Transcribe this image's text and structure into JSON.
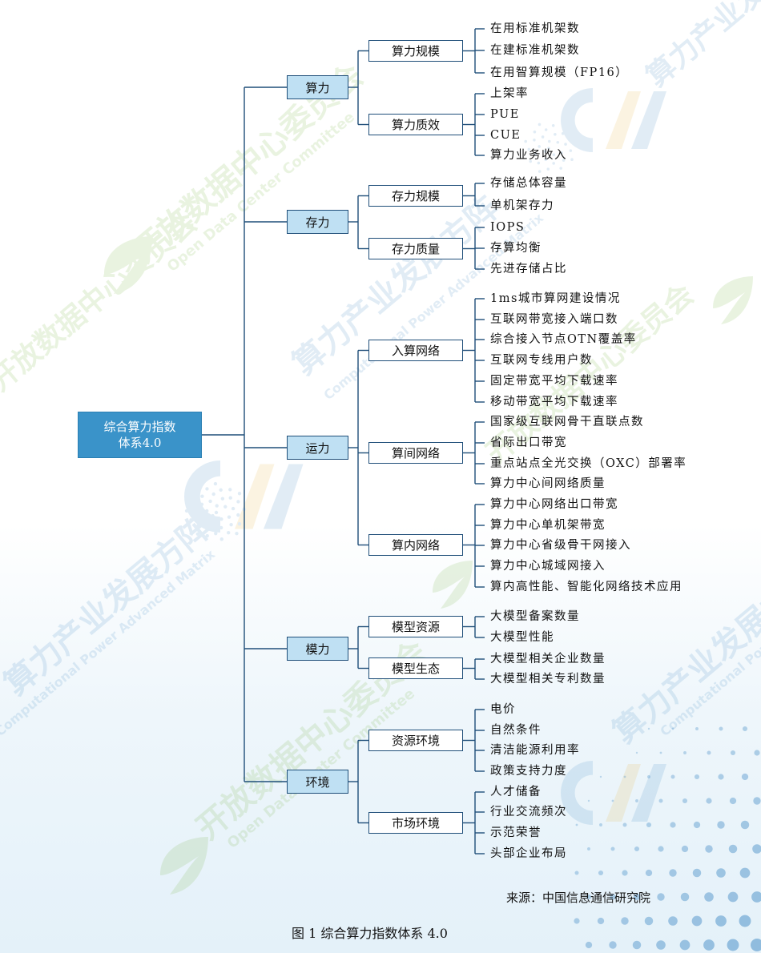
{
  "root": {
    "line1": "综合算力指数",
    "line2": "体系4.0"
  },
  "dimensions": [
    {
      "label": "算力",
      "subs": [
        {
          "label": "算力规模",
          "items": [
            "在用标准机架数",
            "在建标准机架数",
            "在用智算规模（FP16）"
          ]
        },
        {
          "label": "算力质效",
          "items": [
            "上架率",
            "PUE",
            "CUE",
            "算力业务收入"
          ]
        }
      ]
    },
    {
      "label": "存力",
      "subs": [
        {
          "label": "存力规模",
          "items": [
            "存储总体容量",
            "单机架存力"
          ]
        },
        {
          "label": "存力质量",
          "items": [
            "IOPS",
            "存算均衡",
            "先进存储占比"
          ]
        }
      ]
    },
    {
      "label": "运力",
      "subs": [
        {
          "label": "入算网络",
          "items": [
            "1ms城市算网建设情况",
            "互联网带宽接入端口数",
            "综合接入节点OTN覆盖率",
            "互联网专线用户数",
            "固定带宽平均下载速率",
            "移动带宽平均下载速率"
          ]
        },
        {
          "label": "算间网络",
          "items": [
            "国家级互联网骨干直联点数",
            "省际出口带宽",
            "重点站点全光交换（OXC）部署率",
            "算力中心间网络质量"
          ]
        },
        {
          "label": "算内网络",
          "items": [
            "算力中心网络出口带宽",
            "算力中心单机架带宽",
            "算力中心省级骨干网接入",
            "算力中心城域网接入",
            "算内高性能、智能化网络技术应用"
          ]
        }
      ]
    },
    {
      "label": "模力",
      "subs": [
        {
          "label": "模型资源",
          "items": [
            "大模型备案数量",
            "大模型性能"
          ]
        },
        {
          "label": "模型生态",
          "items": [
            "大模型相关企业数量",
            "大模型相关专利数量"
          ]
        }
      ]
    },
    {
      "label": "环境",
      "subs": [
        {
          "label": "资源环境",
          "items": [
            "电价",
            "自然条件",
            "清洁能源利用率",
            "政策支持力度"
          ]
        },
        {
          "label": "市场环境",
          "items": [
            "人才储备",
            "行业交流频次",
            "示范荣誉",
            "头部企业布局"
          ]
        }
      ]
    }
  ],
  "watermark": {
    "texts": [
      "开放数据中心委员会",
      "Open Data Center Committee",
      "算力产业发展方阵",
      "Computational Power Advanced Matrix"
    ],
    "logo": "CPAM",
    "colors": [
      "#7ab648",
      "#4a90c8",
      "#e8b84a"
    ]
  },
  "source": "来源：中国信息通信研究院",
  "caption": "图 1 综合算力指数体系 4.0",
  "colors": {
    "root_fill": "#3a93c9",
    "level1_fill": "#bfe0f3",
    "border": "#1f4e79",
    "line": "#1f4e79"
  }
}
